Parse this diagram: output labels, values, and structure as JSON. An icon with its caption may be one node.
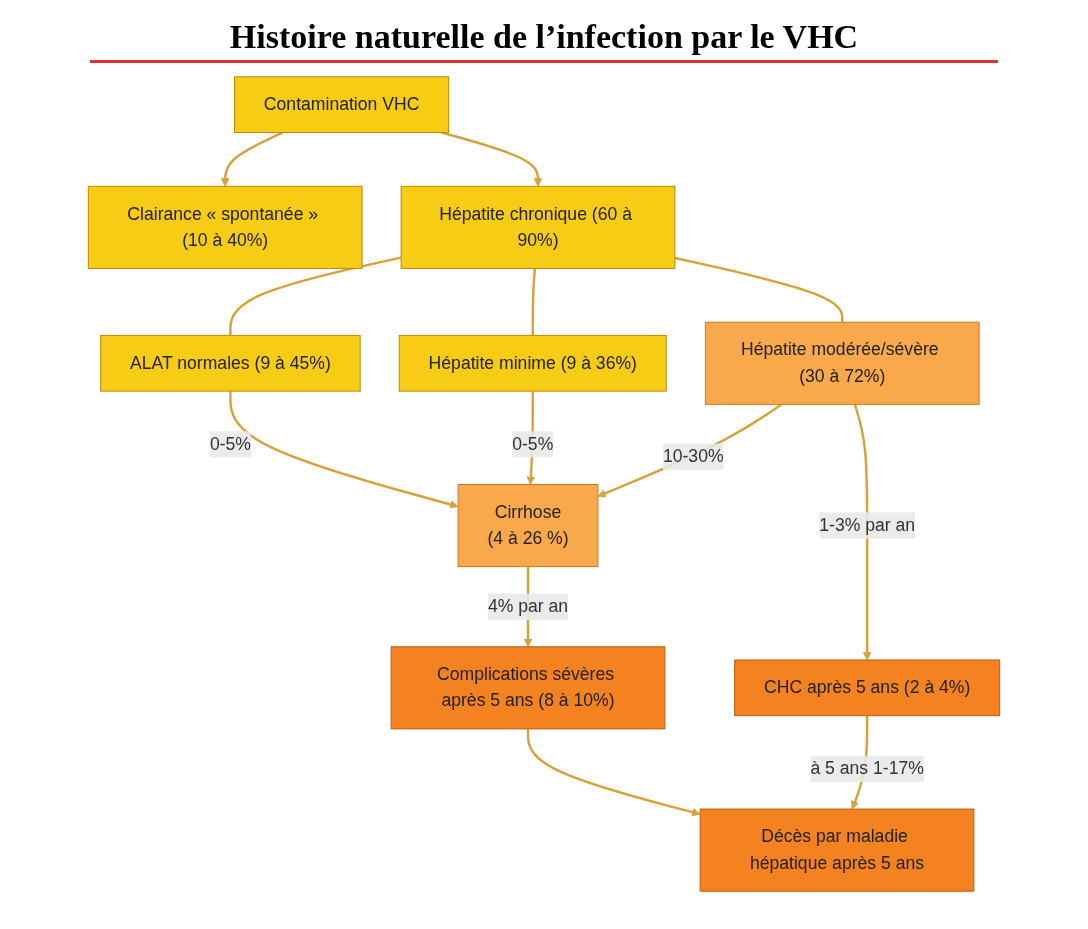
{
  "diagram": {
    "title": "Histoire naturelle de l’infection par le VHC",
    "nodes": [
      {
        "text": [
          "Contamination VHC"
        ]
      },
      {
        "text": [
          "Clairance « spontanée » (10 à 40%)"
        ]
      },
      {
        "text": [
          "Hépatite chronique (60 à 90%)"
        ]
      },
      {
        "text": [
          "ALAT normales (9 à 45%)"
        ]
      },
      {
        "text": [
          "Hépatite minime (9 à 36%)"
        ]
      },
      {
        "text": [
          "Hépatite modérée/sévère (30 à 72%)"
        ]
      },
      {
        "text": [
          "Cirrhose",
          "(4 à 26 %)"
        ]
      },
      {
        "text": [
          "CHC après 5 ans (2 à 4%)"
        ]
      },
      {
        "text": [
          "Complications sévères après 5 ans (8 à 10%)"
        ]
      },
      {
        "text": [
          "Décès par maladie hépatique après 5 ans"
        ]
      }
    ],
    "edges": [
      {
        "from": 0,
        "to": 1,
        "arrow": "to"
      },
      {
        "from": 0,
        "to": 2,
        "arrow": "to"
      },
      {
        "from": 2,
        "to": 3,
        "arrow": "none"
      },
      {
        "from": 2,
        "to": 4,
        "arrow": "none"
      },
      {
        "from": 2,
        "to": 5,
        "arrow": "none"
      },
      {
        "from": 3,
        "to": 6,
        "arrow": "to",
        "label": "0-5%"
      },
      {
        "from": 4,
        "to": 6,
        "arrow": "to",
        "label": "0-5%"
      },
      {
        "from": 5,
        "to": 6,
        "arrow": "to",
        "label": "10-30%"
      },
      {
        "from": 5,
        "to": 7,
        "arrow": "to",
        "label": "1-3% par an"
      },
      {
        "from": 6,
        "to": 8,
        "arrow": "to",
        "label": "4% par an"
      },
      {
        "from": 7,
        "to": 9,
        "arrow": "to",
        "label": "à 5 ans 1-17%"
      },
      {
        "from": 8,
        "to": 9,
        "arrow": "to"
      }
    ]
  }
}
